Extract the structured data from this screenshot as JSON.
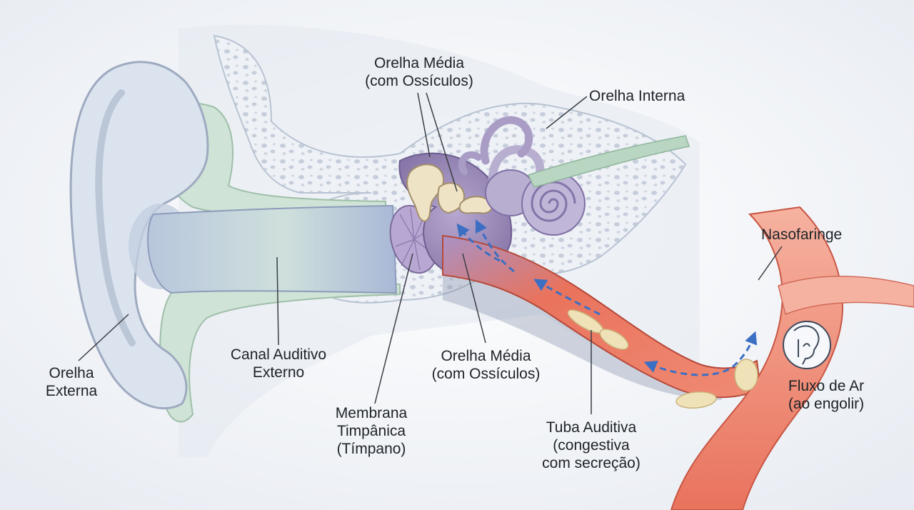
{
  "labels": {
    "middle_ear_top": [
      "Orelha Média",
      "(com Ossículos)"
    ],
    "inner_ear": [
      "Orelha Interna"
    ],
    "nasopharynx": [
      "Nasofaringe"
    ],
    "outer_ear": [
      "Orelha",
      "Externa"
    ],
    "ear_canal": [
      "Canal Auditivo",
      "Externo"
    ],
    "eardrum": [
      "Membrana",
      "Timpânica",
      "(Tímpano)"
    ],
    "middle_ear_bottom": [
      "Orelha Média",
      "(com Ossículos)"
    ],
    "eustachian_tube": [
      "Tuba Auditiva",
      "(congestiva",
      "com secreção)"
    ],
    "airflow": [
      "Fluxo de Ar",
      "(ao engolir)"
    ]
  },
  "icons": {
    "airflow": "swallowing-head-icon"
  },
  "colors": {
    "background": "#f3f5f8",
    "skin": "#dde5ef",
    "bone": "#e9edf3",
    "canal": "#c9d6e5",
    "tissue_green": "#cfe3d6",
    "middle_ear": "#9e8fb8",
    "ossicles": "#efe3c6",
    "inner_ear": "#b8aed0",
    "tube": "#e86a55",
    "tube_light": "#f5a08d",
    "secretion": "#f0e2b8",
    "arrow": "#3b6fc4",
    "text": "#1e2329",
    "leader": "#3a3f46"
  }
}
